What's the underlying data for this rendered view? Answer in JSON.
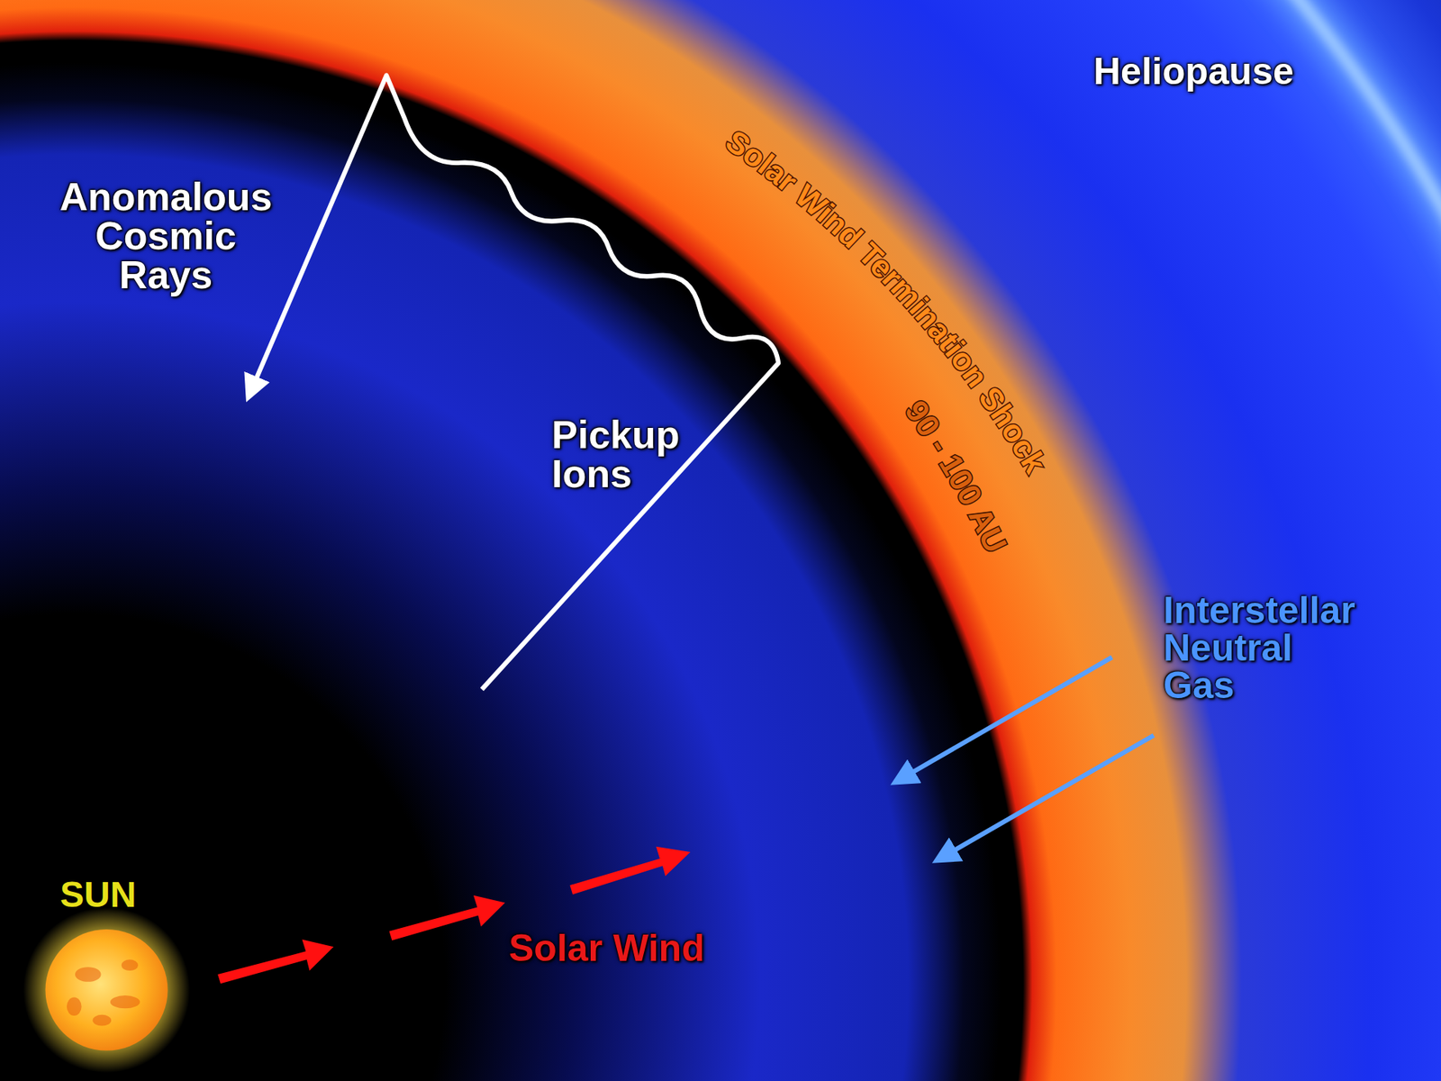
{
  "diagram": {
    "labels": [
      "Heliopause",
      "Solar Wind Termination Shock",
      "90 - 100 AU",
      "Anomalous Cosmic Rays",
      "Pickup Ions",
      "Interstellar Neutral Gas",
      "SUN",
      "Solar Wind"
    ]
  }
}
